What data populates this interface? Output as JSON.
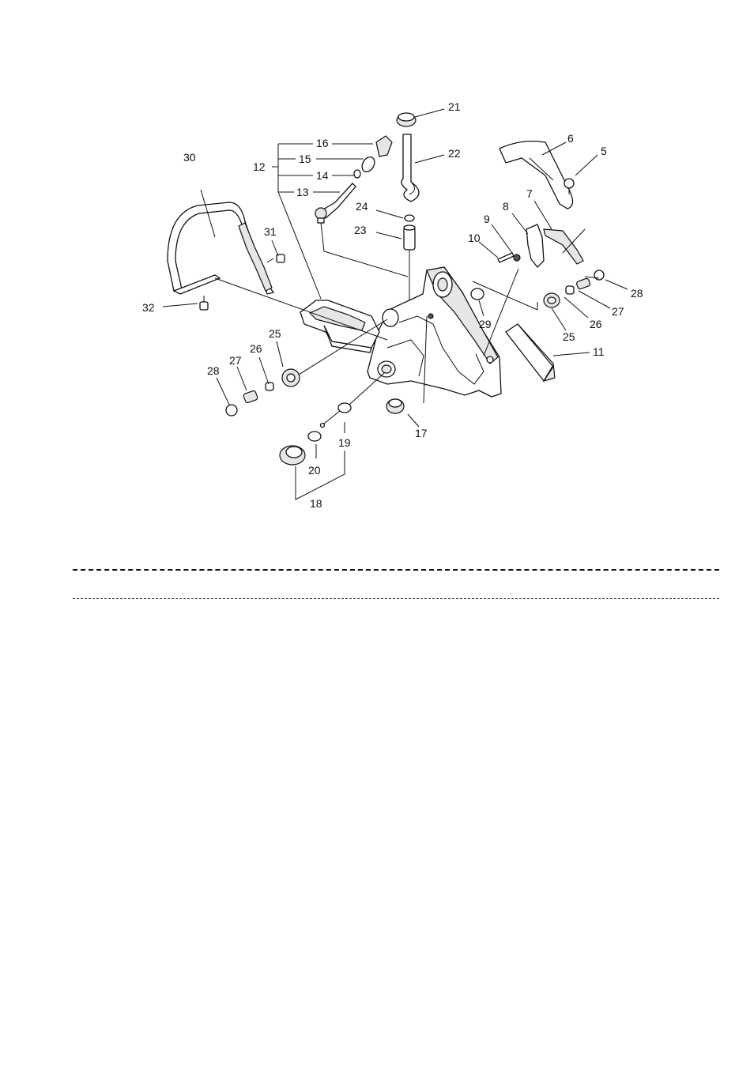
{
  "diagram": {
    "callouts": [
      {
        "id": "c5",
        "text": "5"
      },
      {
        "id": "c6",
        "text": "6"
      },
      {
        "id": "c7",
        "text": "7"
      },
      {
        "id": "c8",
        "text": "8"
      },
      {
        "id": "c9",
        "text": "9"
      },
      {
        "id": "c10",
        "text": "10"
      },
      {
        "id": "c11",
        "text": "11"
      },
      {
        "id": "c12",
        "text": "12"
      },
      {
        "id": "c13",
        "text": "13"
      },
      {
        "id": "c14",
        "text": "14"
      },
      {
        "id": "c15",
        "text": "15"
      },
      {
        "id": "c16",
        "text": "16"
      },
      {
        "id": "c17",
        "text": "17"
      },
      {
        "id": "c18",
        "text": "18"
      },
      {
        "id": "c19",
        "text": "19"
      },
      {
        "id": "c20",
        "text": "20"
      },
      {
        "id": "c21",
        "text": "21"
      },
      {
        "id": "c22",
        "text": "22"
      },
      {
        "id": "c23",
        "text": "23"
      },
      {
        "id": "c24",
        "text": "24"
      },
      {
        "id": "c25a",
        "text": "25"
      },
      {
        "id": "c25b",
        "text": "25"
      },
      {
        "id": "c26a",
        "text": "26"
      },
      {
        "id": "c26b",
        "text": "26"
      },
      {
        "id": "c27a",
        "text": "27"
      },
      {
        "id": "c27b",
        "text": "27"
      },
      {
        "id": "c28a",
        "text": "28"
      },
      {
        "id": "c28b",
        "text": "28"
      },
      {
        "id": "c29",
        "text": "29"
      },
      {
        "id": "c30",
        "text": "30"
      },
      {
        "id": "c31",
        "text": "31"
      },
      {
        "id": "c32",
        "text": "32"
      }
    ]
  },
  "colors": {
    "line": "#111111",
    "background": "#ffffff"
  }
}
